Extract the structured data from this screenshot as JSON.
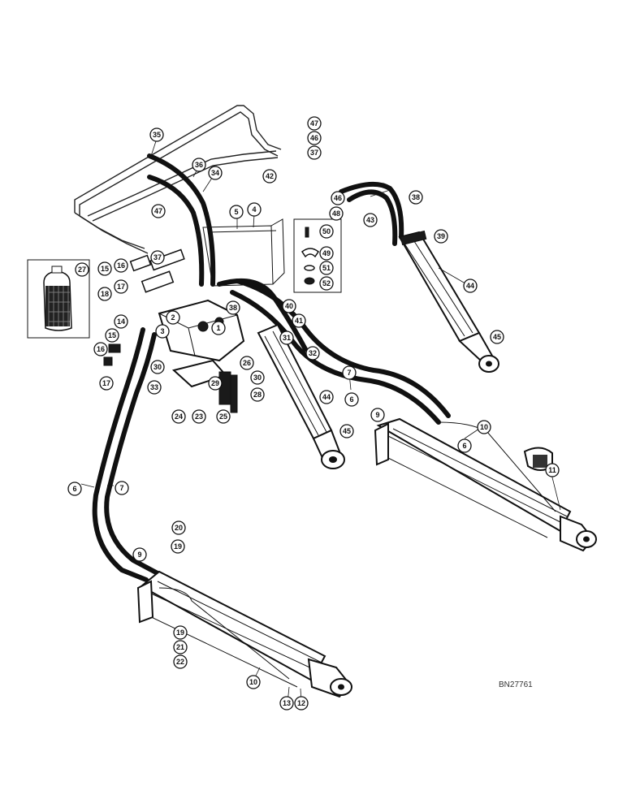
{
  "drawing_ref": "BN27761",
  "callouts": [
    "1",
    "2",
    "3",
    "4",
    "5",
    "6",
    "6",
    "6",
    "7",
    "7",
    "7",
    "9",
    "9",
    "9",
    "10",
    "10",
    "11",
    "12",
    "13",
    "14",
    "15",
    "15",
    "16",
    "16",
    "17",
    "17",
    "18",
    "19",
    "19",
    "20",
    "21",
    "22",
    "23",
    "24",
    "25",
    "26",
    "27",
    "28",
    "29",
    "30",
    "30",
    "31",
    "32",
    "33",
    "34",
    "35",
    "36",
    "37",
    "37",
    "38",
    "38",
    "39",
    "40",
    "41",
    "42",
    "43",
    "44",
    "44",
    "45",
    "45",
    "46",
    "46",
    "47",
    "47",
    "48",
    "49",
    "50",
    "51",
    "52"
  ]
}
